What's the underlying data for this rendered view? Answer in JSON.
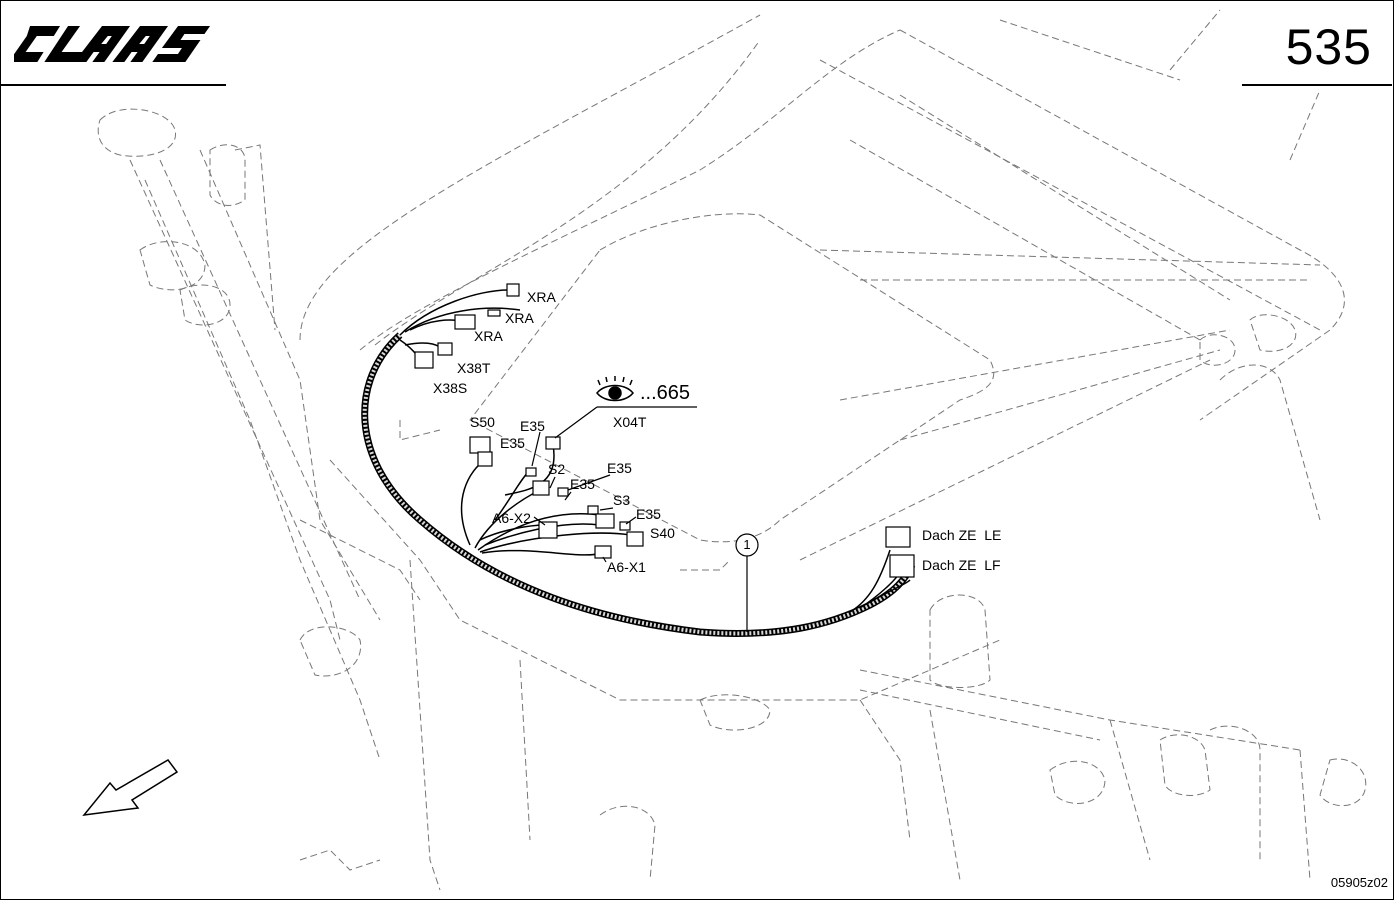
{
  "header": {
    "brand": "CLAAS",
    "page_number": "535"
  },
  "footer": {
    "drawing_number": "05905z02"
  },
  "callout": {
    "item": "1",
    "see_reference": "...665"
  },
  "connectors": {
    "xra_1": "XRA",
    "xra_2": "XRA",
    "xra_3": "XRA",
    "x38t": "X38T",
    "x38s": "X38S",
    "x04t": "X04T",
    "s50": "S50",
    "e35_1": "E35",
    "e35_2": "E35",
    "s2": "S2",
    "e35_3": "E35",
    "e35_4": "E35",
    "s3": "S3",
    "e35_5": "E35",
    "s40": "S40",
    "a6_x2": "A6-X2",
    "a6_x1": "A6-X1",
    "dach_ze_le": "Dach ZE  LE",
    "dach_ze_lf": "Dach ZE  LF"
  }
}
